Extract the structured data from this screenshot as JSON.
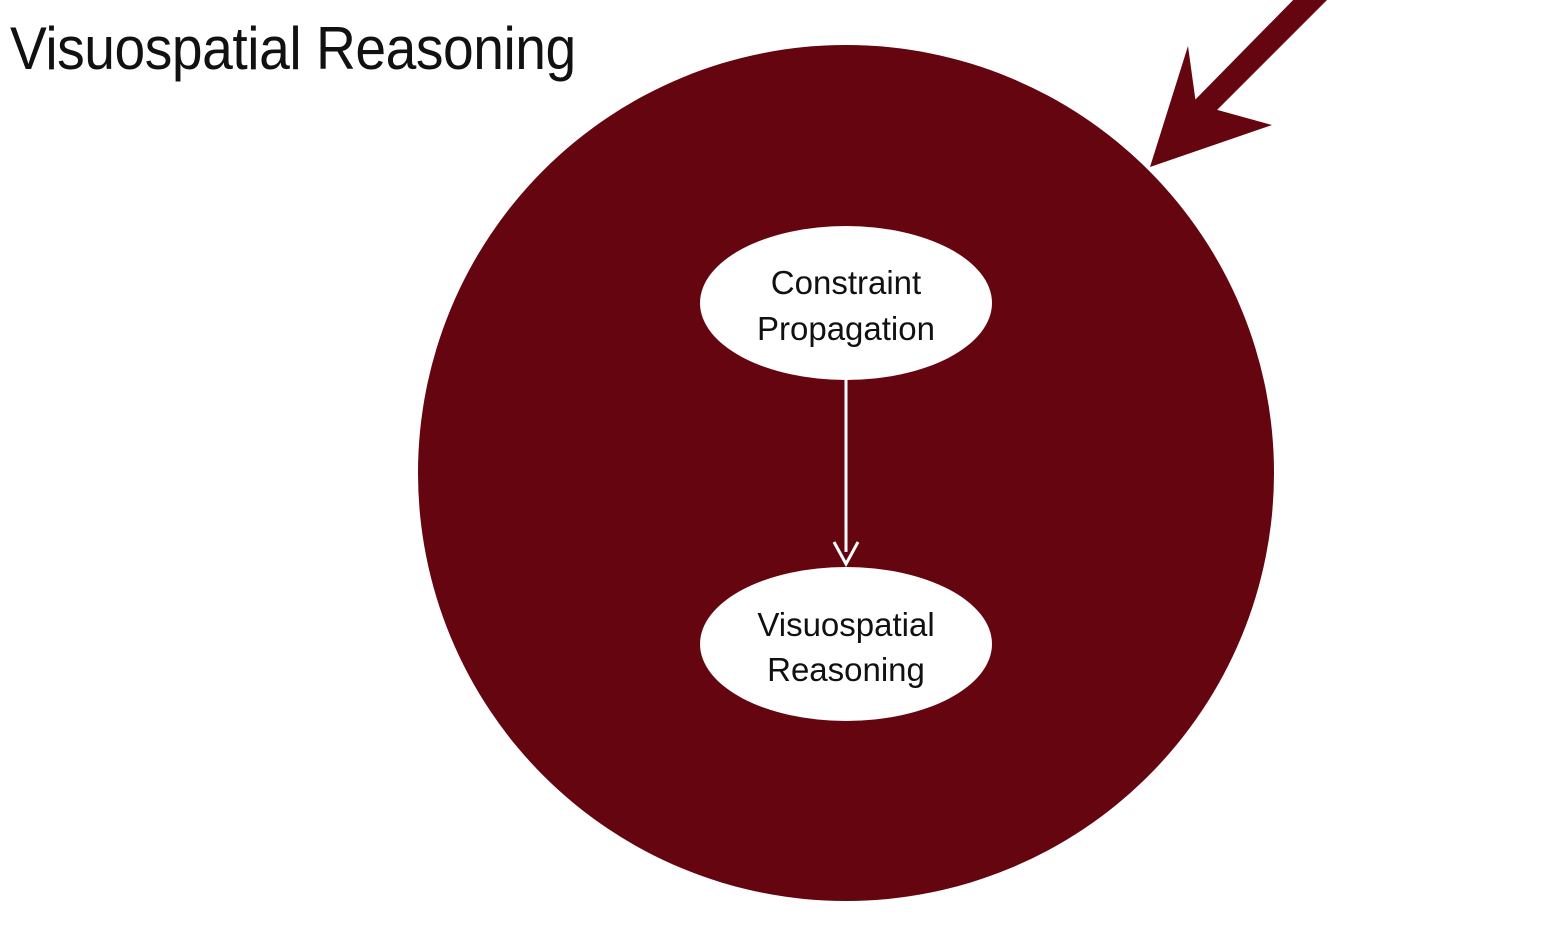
{
  "title": "Visuospatial Reasoning",
  "colors": {
    "background": "#ffffff",
    "circle": "#650510",
    "node_fill": "#ffffff",
    "node_text": "#111111",
    "connector": "#ffffff"
  },
  "nodes": {
    "top": {
      "line1": "Constraint",
      "line2": "Propagation"
    },
    "bottom": {
      "line1": "Visuospatial",
      "line2": "Reasoning"
    }
  }
}
